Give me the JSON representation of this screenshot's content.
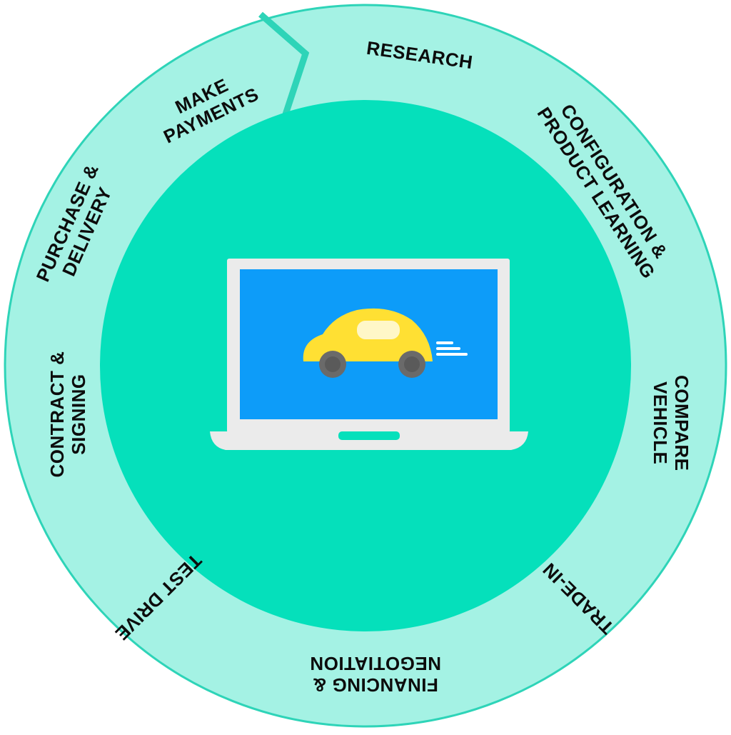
{
  "colors": {
    "outer_ring": "#a4f2e4",
    "outer_ring_border": "#2ed4b8",
    "inner_disc": "#05e0bb",
    "laptop_frame": "#ebebeb",
    "screen": "#0d9cf9",
    "car_body": "#ffe033",
    "wheel": "#6a6a6a",
    "window": "#fff7c8",
    "label_text": "#0c0c0c"
  },
  "center_icon": {
    "name": "laptop-car-icon"
  },
  "stages": [
    {
      "id": "research",
      "lines": [
        "RESEARCH"
      ]
    },
    {
      "id": "configuration",
      "lines": [
        "CONFIGURATION &",
        "PRODUCT LEARNING"
      ]
    },
    {
      "id": "compare-vehicle",
      "lines": [
        "COMPARE",
        "VEHICLE"
      ]
    },
    {
      "id": "trade-in",
      "lines": [
        "TRADE-IN"
      ]
    },
    {
      "id": "financing",
      "lines": [
        "FINANCING &",
        "NEGOTIATION"
      ]
    },
    {
      "id": "test-drive",
      "lines": [
        "TEST DRIVE"
      ]
    },
    {
      "id": "contract",
      "lines": [
        "CONTRACT &",
        "SIGNING"
      ]
    },
    {
      "id": "purchase",
      "lines": [
        "PURCHASE &",
        "DELIVERY"
      ]
    },
    {
      "id": "make-payments",
      "lines": [
        "MAKE",
        "PAYMENTS"
      ]
    }
  ]
}
